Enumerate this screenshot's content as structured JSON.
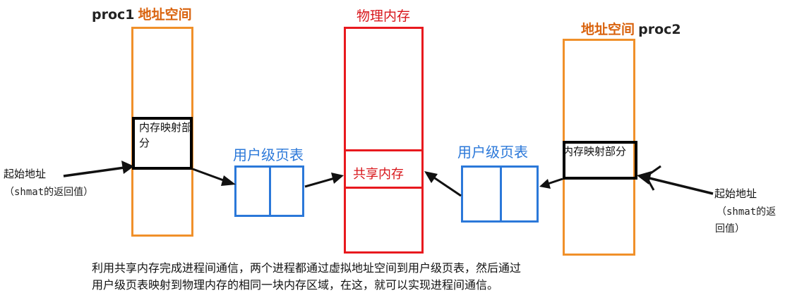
{
  "left_process": {
    "name": "proc1",
    "space_label": "地址空间",
    "mapping_label": "内存映射部分"
  },
  "physical_memory": {
    "title": "物理内存",
    "shared_label": "共享内存"
  },
  "right_process": {
    "name": "proc2",
    "space_label": "地址空间",
    "mapping_label": "内存映射部分"
  },
  "left_page_table": {
    "label": "用户级页表"
  },
  "right_page_table": {
    "label": "用户级页表"
  },
  "left_start_address": {
    "label": "起始地址",
    "note": "（shmat的返回值）"
  },
  "right_start_address": {
    "label": "起始地址",
    "note_line1": "（shmat的返",
    "note_line2": "回值）"
  },
  "caption": {
    "line1": "利用共享内存完成进程间通信，两个进程都通过虚拟地址空间到用户级页表，然后通过",
    "line2": "用户级页表映射到物理内存的相同一块内存区域，在这，就可以实现进程间通信。"
  },
  "colors": {
    "process_border": "#f0902a",
    "physical_border": "#e8191e",
    "page_table_border": "#2b78d9",
    "mapping_border": "#000000",
    "accent_orange": "#d9630e"
  }
}
